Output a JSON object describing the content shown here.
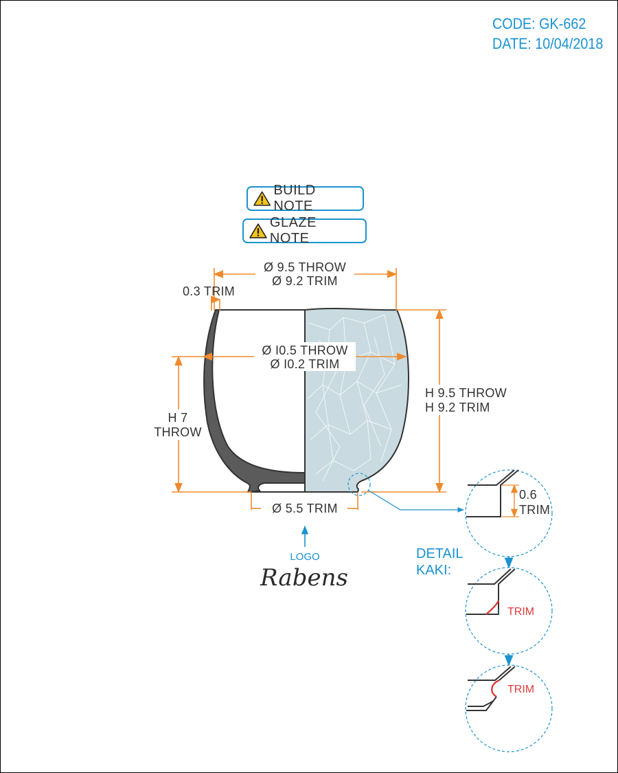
{
  "header": {
    "code": "CODE: GK-662",
    "date": "DATE: 10/04/2018"
  },
  "notes": {
    "build": "BUILD NOTE",
    "glaze": "GLAZE NOTE",
    "icon": "warning-icon"
  },
  "dimensions": {
    "rim_throw": "Ø 9.5 THROW",
    "rim_trim": "Ø 9.2 TRIM",
    "wall_trim": "0.3 TRIM",
    "belly_throw": "Ø I0.5 THROW",
    "belly_trim": "Ø I0.2 TRIM",
    "height_throw": "H 9.5 THROW",
    "height_trim": "H 9.2 TRIM",
    "inner_h_line1": "H 7",
    "inner_h_line2": "THROW",
    "foot_trim": "Ø 5.5 TRIM"
  },
  "logo": {
    "caption": "LOGO",
    "brand": "Rabens"
  },
  "detail": {
    "title_line1": "DETAIL",
    "title_line2": "KAKI:",
    "step1_value": "0.6",
    "step1_unit": "TRIM",
    "step2_label": "TRIM",
    "step3_label": "TRIM"
  },
  "colors": {
    "dimension": "#ef8a2e",
    "accent": "#1a93cf",
    "glaze": "#c9dbe0",
    "clay": "#5b5b5b",
    "trim": "#e03a3a"
  }
}
